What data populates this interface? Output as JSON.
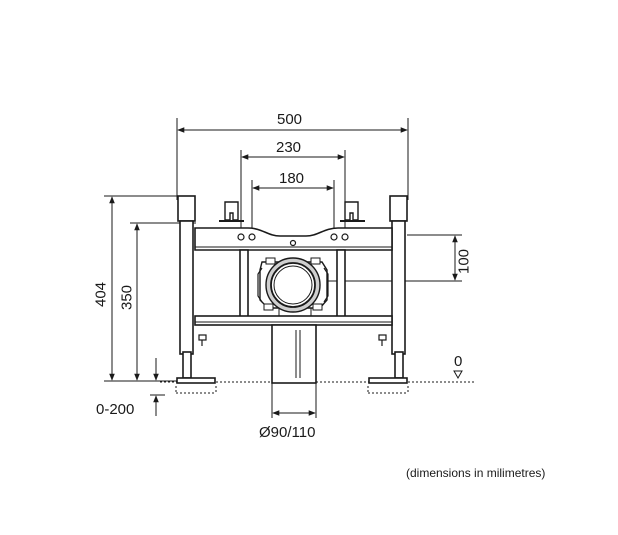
{
  "dimensions": {
    "width": "500",
    "inner_width": "230",
    "bracket_spacing": "180",
    "height_total": "404",
    "height_frame": "350",
    "drain_offset": "100",
    "floor_level": "0",
    "adjust_range": "0-200",
    "pipe_diameter": "Ø90/110"
  },
  "note": "(dimensions in milimetres)",
  "colors": {
    "line": "#1a1a1a",
    "fill": "#ffffff",
    "shade": "#9a9a9a"
  }
}
